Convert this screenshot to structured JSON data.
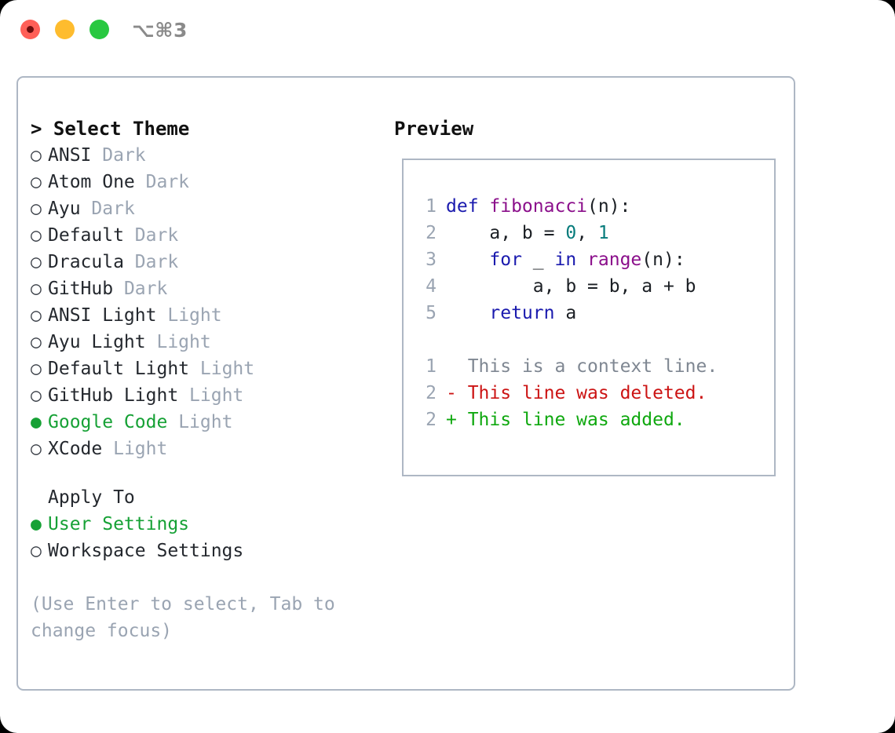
{
  "window": {
    "shortcut": "⌥⌘3",
    "traffic_lights": [
      {
        "name": "close",
        "color": "#ff5f57"
      },
      {
        "name": "minimize",
        "color": "#febc2e"
      },
      {
        "name": "zoom",
        "color": "#28c840"
      }
    ]
  },
  "theme_list": {
    "caret": ">",
    "header": "Select Theme",
    "bullet_selected": "●",
    "bullet_unselected": "○",
    "items": [
      {
        "name": "ANSI",
        "badge": "Dark",
        "selected": false
      },
      {
        "name": "Atom One",
        "badge": "Dark",
        "selected": false
      },
      {
        "name": "Ayu",
        "badge": "Dark",
        "selected": false
      },
      {
        "name": "Default",
        "badge": "Dark",
        "selected": false
      },
      {
        "name": "Dracula",
        "badge": "Dark",
        "selected": false
      },
      {
        "name": "GitHub",
        "badge": "Dark",
        "selected": false
      },
      {
        "name": "ANSI Light",
        "badge": "Light",
        "selected": false
      },
      {
        "name": "Ayu Light",
        "badge": "Light",
        "selected": false
      },
      {
        "name": "Default Light",
        "badge": "Light",
        "selected": false
      },
      {
        "name": "GitHub Light",
        "badge": "Light",
        "selected": false
      },
      {
        "name": "Google Code",
        "badge": "Light",
        "selected": true
      },
      {
        "name": "XCode",
        "badge": "Light",
        "selected": false
      }
    ]
  },
  "apply_to": {
    "label": "Apply To",
    "items": [
      {
        "name": "User Settings",
        "selected": true
      },
      {
        "name": "Workspace Settings",
        "selected": false
      }
    ]
  },
  "help_text": "(Use Enter to select, Tab to change focus)",
  "preview": {
    "title": "Preview",
    "code_lines": [
      {
        "num": "1",
        "tokens": [
          {
            "t": "def ",
            "c": "kw"
          },
          {
            "t": "fibonacci",
            "c": "fn"
          },
          {
            "t": "(n):",
            "c": "plain"
          }
        ]
      },
      {
        "num": "2",
        "tokens": [
          {
            "t": "    a, b = ",
            "c": "plain"
          },
          {
            "t": "0",
            "c": "num"
          },
          {
            "t": ", ",
            "c": "plain"
          },
          {
            "t": "1",
            "c": "num"
          }
        ]
      },
      {
        "num": "3",
        "tokens": [
          {
            "t": "    ",
            "c": "plain"
          },
          {
            "t": "for",
            "c": "kw"
          },
          {
            "t": " _ ",
            "c": "plain"
          },
          {
            "t": "in",
            "c": "kw"
          },
          {
            "t": " ",
            "c": "plain"
          },
          {
            "t": "range",
            "c": "fn"
          },
          {
            "t": "(n):",
            "c": "plain"
          }
        ]
      },
      {
        "num": "4",
        "tokens": [
          {
            "t": "        a, b = b, a + b",
            "c": "plain"
          }
        ]
      },
      {
        "num": "5",
        "tokens": [
          {
            "t": "    ",
            "c": "plain"
          },
          {
            "t": "return",
            "c": "kw"
          },
          {
            "t": " a",
            "c": "plain"
          }
        ]
      }
    ],
    "diff_lines": [
      {
        "num": "1",
        "marker": " ",
        "text": " This is a context line.",
        "kind": "ctx"
      },
      {
        "num": "2",
        "marker": "-",
        "text": " This line was deleted.",
        "kind": "del"
      },
      {
        "num": "2",
        "marker": "+",
        "text": " This line was added.",
        "kind": "add"
      }
    ]
  },
  "colors": {
    "accent_green": "#16a135",
    "muted": "#9aa4b2",
    "border": "#aeb7c4",
    "keyword": "#1a1aae",
    "function": "#8b0f8b",
    "number": "#067b7b",
    "diff_deleted": "#cc1414",
    "diff_added": "#0fa80f"
  }
}
